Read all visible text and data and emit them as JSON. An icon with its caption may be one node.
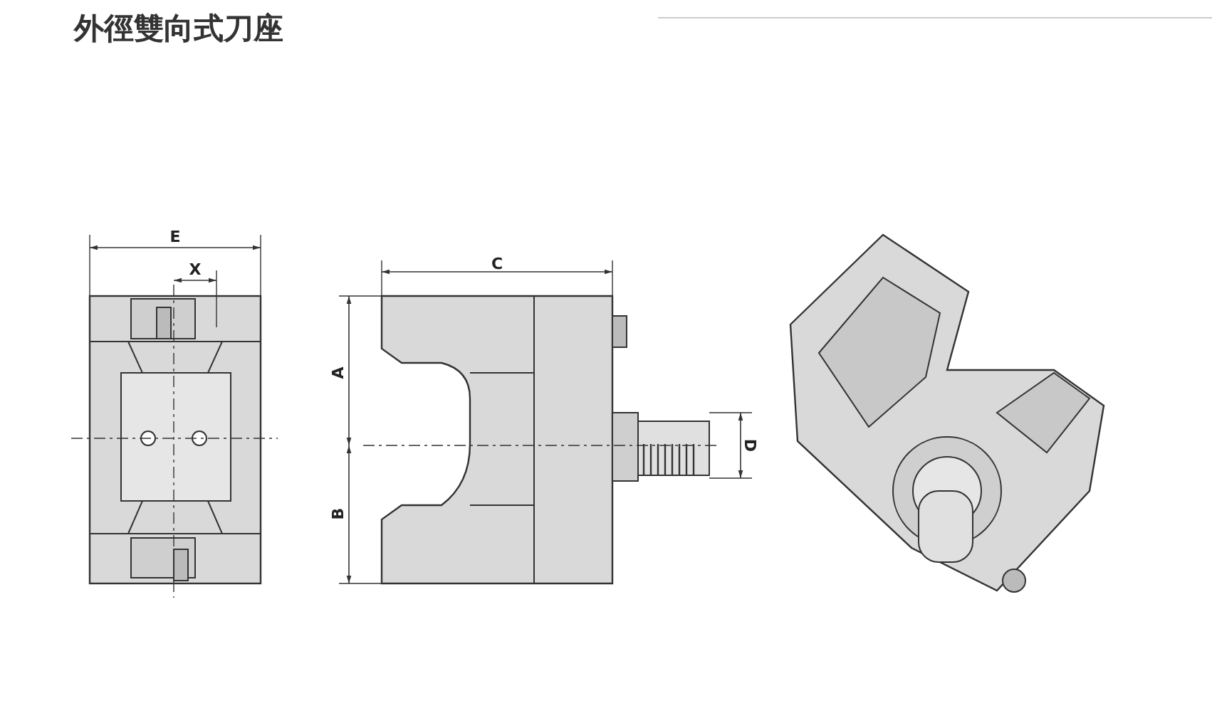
{
  "diagram": {
    "title": "外徑雙向式刀座",
    "labels": [
      "E",
      "X",
      "C",
      "A",
      "B",
      "D"
    ]
  }
}
